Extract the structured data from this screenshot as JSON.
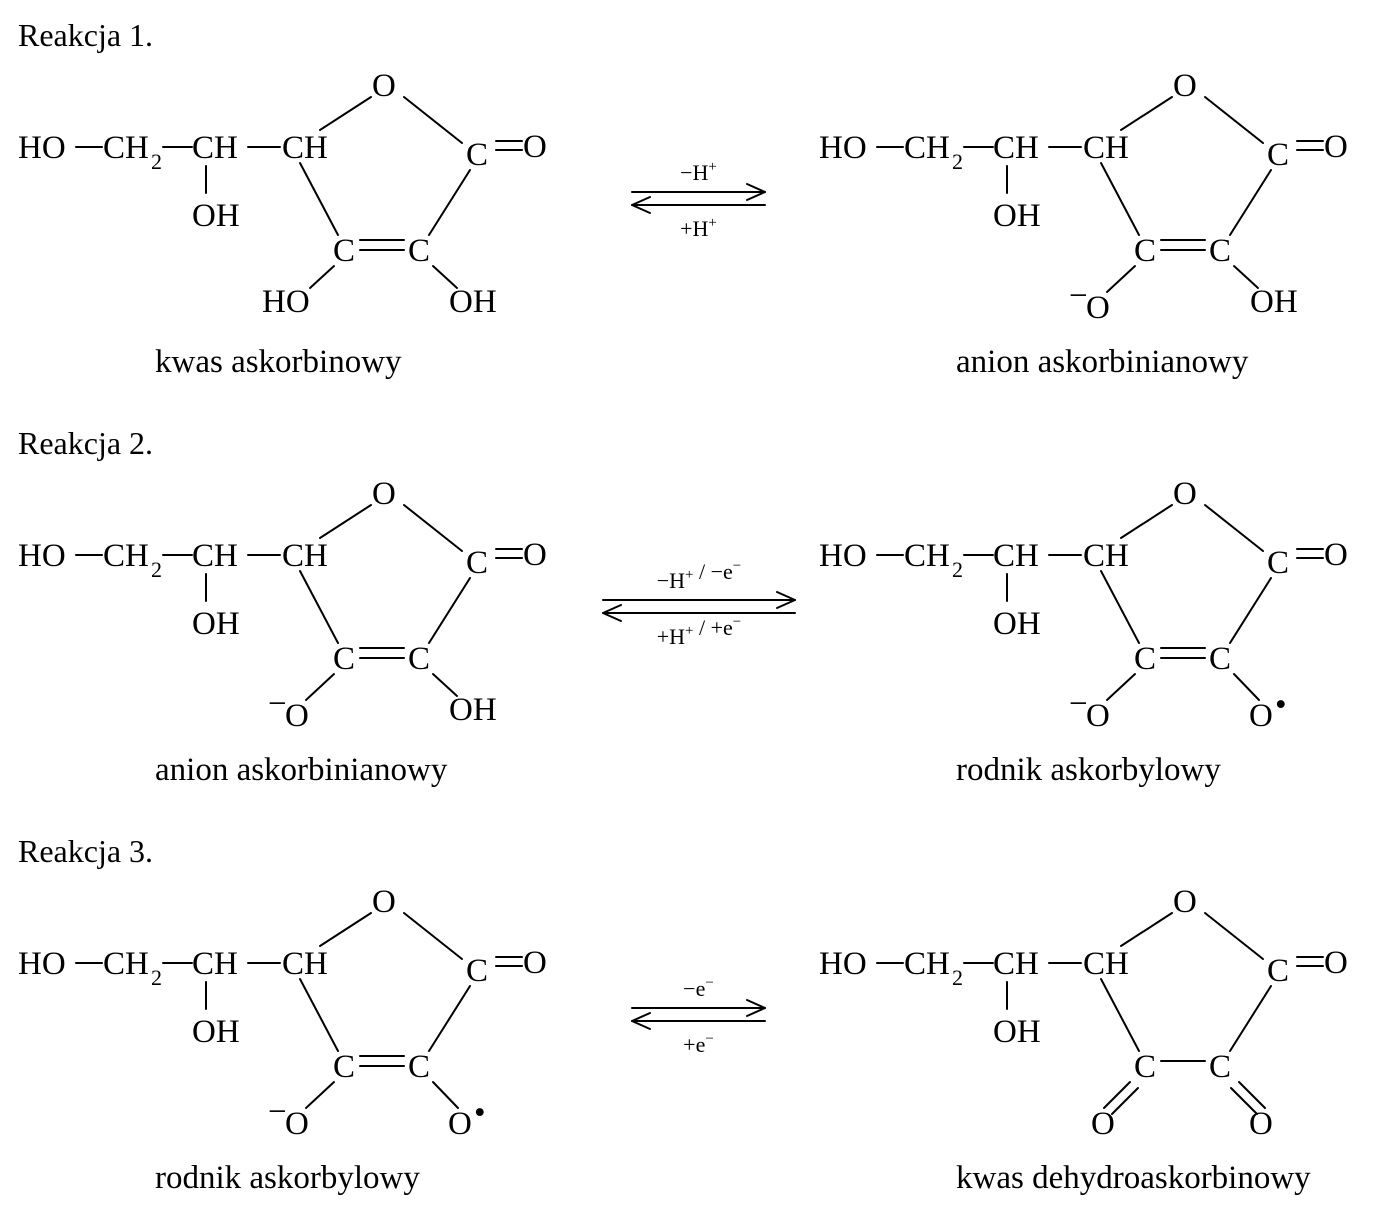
{
  "reactions": [
    {
      "heading": "Reakcja 1.",
      "reactant": {
        "name": "kwas askorbinowy",
        "chain": {
          "ho": "HO",
          "ch2": "CH",
          "ch2_sub": "2",
          "ch": "CH",
          "oh": "OH",
          "ring_ch": "CH"
        },
        "ring": {
          "o_top": "O",
          "c_carbonyl": "C",
          "o_carbonyl": "O",
          "c3": "C",
          "c2": "C"
        },
        "sub_left": {
          "charge": "",
          "text": "HO",
          "radical": ""
        },
        "sub_right": {
          "text": "OH",
          "radical": ""
        },
        "ring_double_bond": true
      },
      "conditions": {
        "top_prefix": "−H",
        "top_sup": "+",
        "bottom_prefix": "+H",
        "bottom_sup": "+",
        "top_mid": "",
        "top_mid_sup": "",
        "bottom_mid": "",
        "bottom_mid_sup": ""
      },
      "product": {
        "name": "anion askorbinianowy",
        "chain": {
          "ho": "HO",
          "ch2": "CH",
          "ch2_sub": "2",
          "ch": "CH",
          "oh": "OH",
          "ring_ch": "CH"
        },
        "ring": {
          "o_top": "O",
          "c_carbonyl": "C",
          "o_carbonyl": "O",
          "c3": "C",
          "c2": "C"
        },
        "sub_left": {
          "charge": "−",
          "text": "O",
          "radical": ""
        },
        "sub_right": {
          "text": "OH",
          "radical": ""
        },
        "ring_double_bond": true
      }
    },
    {
      "heading": "Reakcja 2.",
      "reactant": {
        "name": "anion askorbinianowy",
        "chain": {
          "ho": "HO",
          "ch2": "CH",
          "ch2_sub": "2",
          "ch": "CH",
          "oh": "OH",
          "ring_ch": "CH"
        },
        "ring": {
          "o_top": "O",
          "c_carbonyl": "C",
          "o_carbonyl": "O",
          "c3": "C",
          "c2": "C"
        },
        "sub_left": {
          "charge": "−",
          "text": "O",
          "radical": ""
        },
        "sub_right": {
          "text": "OH",
          "radical": ""
        },
        "ring_double_bond": true
      },
      "conditions": {
        "top_prefix": "−H",
        "top_sup": "+",
        "top_mid": " / −e",
        "top_mid_sup": "−",
        "bottom_prefix": "+H",
        "bottom_sup": "+",
        "bottom_mid": " / +e",
        "bottom_mid_sup": "−"
      },
      "product": {
        "name": "rodnik askorbylowy",
        "chain": {
          "ho": "HO",
          "ch2": "CH",
          "ch2_sub": "2",
          "ch": "CH",
          "oh": "OH",
          "ring_ch": "CH"
        },
        "ring": {
          "o_top": "O",
          "c_carbonyl": "C",
          "o_carbonyl": "O",
          "c3": "C",
          "c2": "C"
        },
        "sub_left": {
          "charge": "−",
          "text": "O",
          "radical": ""
        },
        "sub_right": {
          "text": "O",
          "radical": "•"
        },
        "ring_double_bond": true
      }
    },
    {
      "heading": "Reakcja 3.",
      "reactant": {
        "name": "rodnik askorbylowy",
        "chain": {
          "ho": "HO",
          "ch2": "CH",
          "ch2_sub": "2",
          "ch": "CH",
          "oh": "OH",
          "ring_ch": "CH"
        },
        "ring": {
          "o_top": "O",
          "c_carbonyl": "C",
          "o_carbonyl": "O",
          "c3": "C",
          "c2": "C"
        },
        "sub_left": {
          "charge": "−",
          "text": "O",
          "radical": ""
        },
        "sub_right": {
          "text": "O",
          "radical": "•"
        },
        "ring_double_bond": true
      },
      "conditions": {
        "top_prefix": "−e",
        "top_sup": "−",
        "bottom_prefix": "+e",
        "bottom_sup": "−",
        "top_mid": "",
        "top_mid_sup": "",
        "bottom_mid": "",
        "bottom_mid_sup": ""
      },
      "product": {
        "name": "kwas dehydroaskorbinowy",
        "chain": {
          "ho": "HO",
          "ch2": "CH",
          "ch2_sub": "2",
          "ch": "CH",
          "oh": "OH",
          "ring_ch": "CH"
        },
        "ring": {
          "o_top": "O",
          "c_carbonyl": "C",
          "o_carbonyl": "O",
          "c3": "C",
          "c2": "C"
        },
        "sub_left": {
          "charge": "",
          "text": "O",
          "radical": ""
        },
        "sub_right": {
          "text": "O",
          "radical": ""
        },
        "ring_double_bond": false
      }
    }
  ]
}
